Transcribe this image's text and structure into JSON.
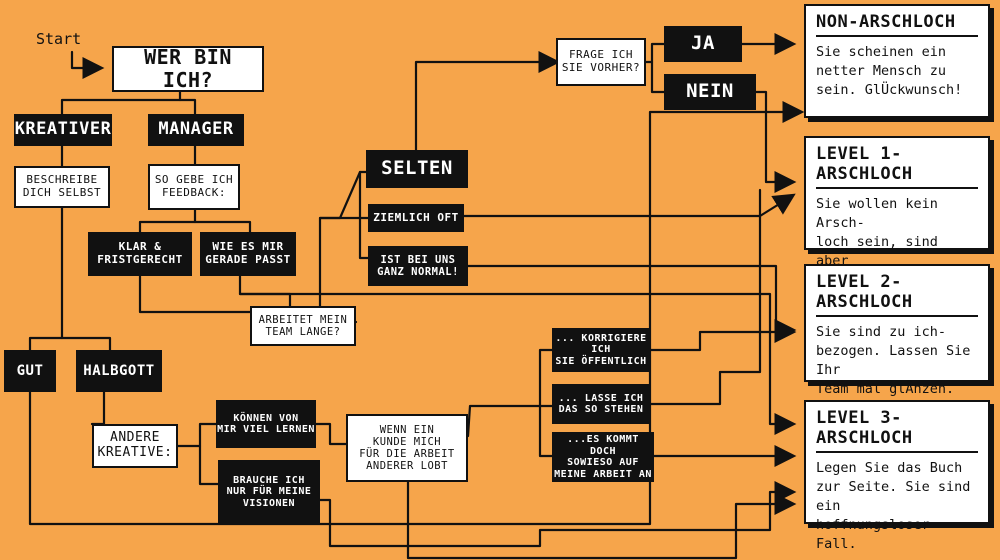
{
  "start": "Start",
  "nodes": {
    "wer_bin_ich": "WER BIN ICH?",
    "kreativer": "KREATIVER",
    "manager": "MANAGER",
    "beschreibe": "BESCHREIBE\nDICH SELBST",
    "so_gebe": "SO GEBE ICH\nFEEDBACK:",
    "klar": "KLAR &\nFRISTGERECHT",
    "wie_es": "WIE ES MIR\nGERADE PASST",
    "arbeitet": "ARBEITET MEIN\nTEAM LANGE?",
    "selten": "SELTEN",
    "ziemlich": "ZIEMLICH OFT",
    "normal": "IST BEI UNS\nGANZ NORMAL!",
    "frage": "FRAGE ICH\nSIE VORHER?",
    "ja": "JA",
    "nein": "NEIN",
    "gut": "GUT",
    "halbgott": "HALBGOTT",
    "andere": "ANDERE\nKREATIVE:",
    "koennen": "KÖNNEN VON\nMIR VIEL LERNEN",
    "brauche": "BRAUCHE ICH\nNUR FÜR MEINE\nVISIONEN",
    "kunde": "WENN EIN\nKUNDE MICH\nFÜR DIE ARBEIT\nANDERER LOBT",
    "korrigiere": "... KORRIGIERE ICH\nSIE ÖFFENTLICH",
    "lasse": "... LASSE ICH\nDAS SO STEHEN",
    "kommt": "...ES KOMMT DOCH\nSOWIESO AUF\nMEINE ARBEIT AN"
  },
  "results": [
    {
      "title": "NON-ARSCHLOCH",
      "text": "Sie scheinen ein\nnetter Mensch zu\nsein. GlÜckwunsch!"
    },
    {
      "title": "LEVEL 1-ARSCHLOCH",
      "text": "Sie wollen kein Arsch-\nloch sein, sind aber\nschlecht organisiert."
    },
    {
      "title": "LEVEL 2-ARSCHLOCH",
      "text": "Sie sind zu ich-\nbezogen. Lassen Sie Ihr\nTeam mal glÄnzen."
    },
    {
      "title": "LEVEL 3-ARSCHLOCH",
      "text": "Legen Sie das Buch\nzur Seite. Sie sind ein\nhoffnungsloser Fall."
    }
  ],
  "colors": {
    "background": "#f6a54b",
    "box_dark": "#111111",
    "box_light": "#ffffff",
    "line": "#111111"
  }
}
